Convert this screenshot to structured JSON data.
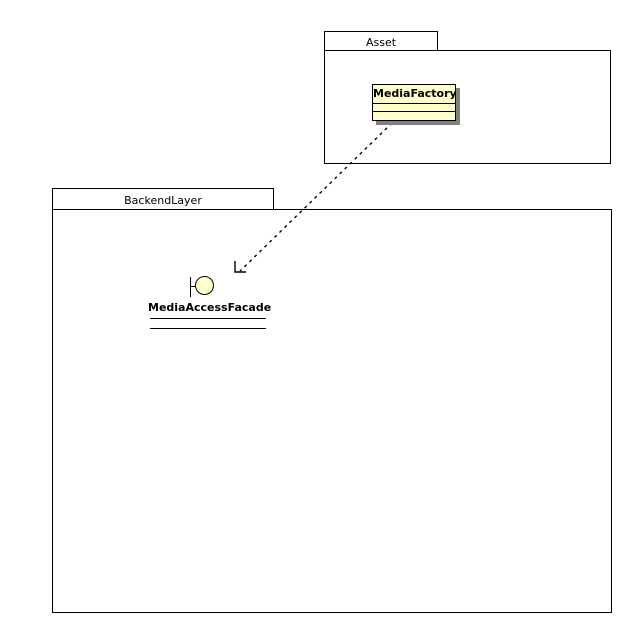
{
  "diagram": {
    "kind": "uml-package-diagram",
    "background_color": "#FFFFFF",
    "line_color": "#000000",
    "element_fill_color": "#FFFFCC",
    "shadow_color": "#808080"
  },
  "packages": [
    {
      "name": "Asset",
      "label": "Asset"
    },
    {
      "name": "BackendLayer",
      "label": "BackendLayer"
    }
  ],
  "classes": [
    {
      "name": "MediaFactory",
      "label": "MediaFactory",
      "package": "Asset",
      "attributes": [],
      "operations": []
    }
  ],
  "interfaces": [
    {
      "name": "MediaAccessFacade",
      "label": "MediaAccessFacade",
      "package": "BackendLayer",
      "notation": "lollipop"
    }
  ],
  "relationships": [
    {
      "type": "dependency",
      "style": "dashed",
      "source": "MediaFactory",
      "target": "MediaAccessFacade",
      "arrowhead": "open"
    }
  ]
}
